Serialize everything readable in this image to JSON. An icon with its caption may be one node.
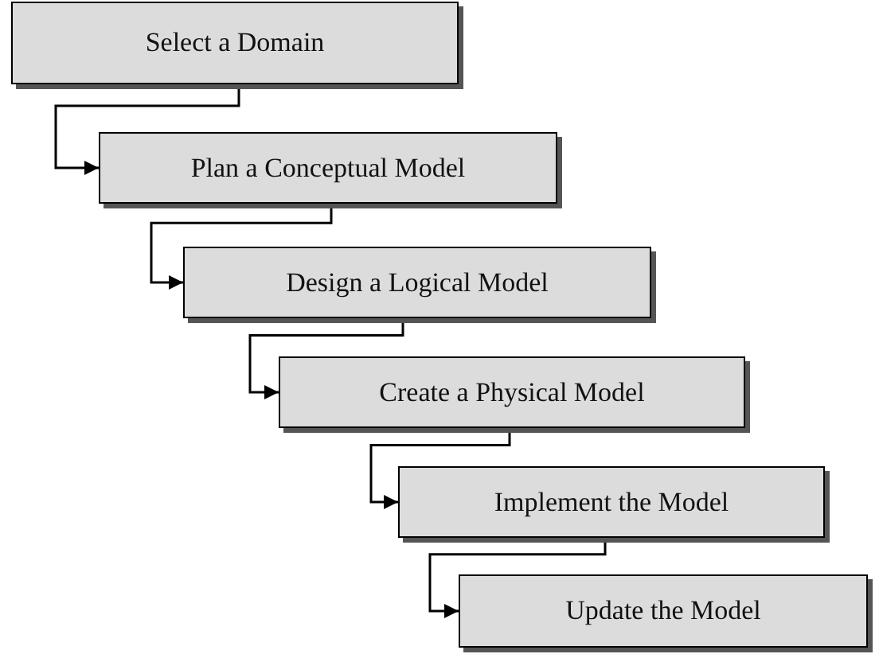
{
  "diagram": {
    "nodes": [
      {
        "text": [
          "Select a Domain"
        ]
      },
      {
        "text": [
          "Plan a Conceptual Model"
        ]
      },
      {
        "text": [
          "Design a Logical Model"
        ]
      },
      {
        "text": [
          "Create a Physical Model"
        ]
      },
      {
        "text": [
          "Implement the Model"
        ]
      },
      {
        "text": [
          "Update the Model"
        ]
      }
    ],
    "edges": [
      {
        "from": 0,
        "to": 1,
        "arrow": "to"
      },
      {
        "from": 1,
        "to": 2,
        "arrow": "to"
      },
      {
        "from": 2,
        "to": 3,
        "arrow": "to"
      },
      {
        "from": 3,
        "to": 4,
        "arrow": "to"
      },
      {
        "from": 4,
        "to": 5,
        "arrow": "to"
      }
    ]
  }
}
